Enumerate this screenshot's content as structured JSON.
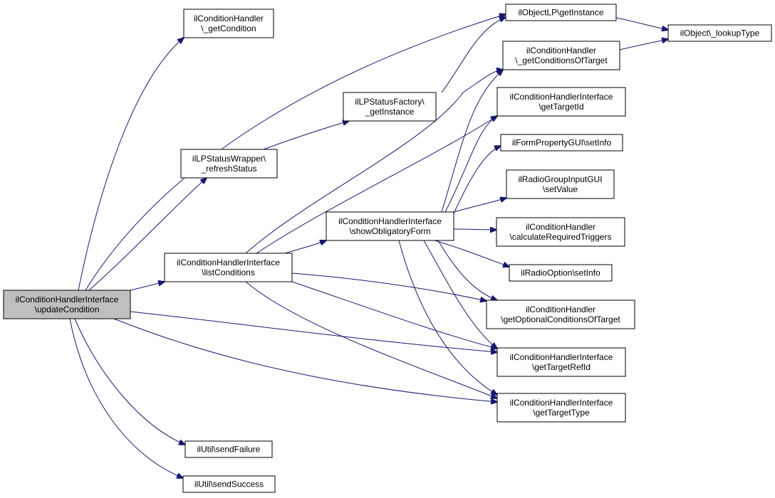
{
  "colors": {
    "edge": "#191970",
    "node_fill": "#ffffff",
    "root_fill": "#bfbfbf",
    "border": "#000000"
  },
  "nodes": [
    {
      "id": "updateCondition",
      "label": [
        "ilConditionHandlerInterface",
        "\\updateCondition"
      ],
      "root": true
    },
    {
      "id": "getCondition",
      "label": [
        "ilConditionHandler",
        "\\_getCondition"
      ]
    },
    {
      "id": "refreshStatus",
      "label": [
        "ilLPStatusWrapper\\",
        "_refreshStatus"
      ]
    },
    {
      "id": "listConditions",
      "label": [
        "ilConditionHandlerInterface",
        "\\listConditions"
      ]
    },
    {
      "id": "sendFailure",
      "label": [
        "ilUtil\\sendFailure"
      ]
    },
    {
      "id": "sendSuccess",
      "label": [
        "ilUtil\\sendSuccess"
      ]
    },
    {
      "id": "lpFactory",
      "label": [
        "ilLPStatusFactory\\",
        "_getInstance"
      ]
    },
    {
      "id": "showObligatoryForm",
      "label": [
        "ilConditionHandlerInterface",
        "\\showObligatoryForm"
      ]
    },
    {
      "id": "objectLPGetInstance",
      "label": [
        "ilObjectLP\\getInstance"
      ]
    },
    {
      "id": "getConditionsOfTarget",
      "label": [
        "ilConditionHandler",
        "\\_getConditionsOfTarget"
      ]
    },
    {
      "id": "getTargetId",
      "label": [
        "ilConditionHandlerInterface",
        "\\getTargetId"
      ]
    },
    {
      "id": "formSetInfo",
      "label": [
        "ilFormPropertyGUI\\setInfo"
      ]
    },
    {
      "id": "radioSetValue",
      "label": [
        "ilRadioGroupInputGUI",
        "\\setValue"
      ]
    },
    {
      "id": "calcRequired",
      "label": [
        "ilConditionHandler",
        "\\calculateRequiredTriggers"
      ]
    },
    {
      "id": "radioOptionSetInfo",
      "label": [
        "ilRadioOption\\setInfo"
      ]
    },
    {
      "id": "getOptionalConditions",
      "label": [
        "ilConditionHandler",
        "\\getOptionalConditionsOfTarget"
      ]
    },
    {
      "id": "getTargetRefId",
      "label": [
        "ilConditionHandlerInterface",
        "\\getTargetRefId"
      ]
    },
    {
      "id": "getTargetType",
      "label": [
        "ilConditionHandlerInterface",
        "\\getTargetType"
      ]
    },
    {
      "id": "lookupType",
      "label": [
        "ilObject\\_lookupType"
      ]
    }
  ],
  "edges": [
    [
      "updateCondition",
      "getCondition"
    ],
    [
      "updateCondition",
      "objectLPGetInstance"
    ],
    [
      "updateCondition",
      "refreshStatus"
    ],
    [
      "updateCondition",
      "listConditions"
    ],
    [
      "updateCondition",
      "getTargetRefId"
    ],
    [
      "updateCondition",
      "getTargetType"
    ],
    [
      "updateCondition",
      "sendFailure"
    ],
    [
      "updateCondition",
      "sendSuccess"
    ],
    [
      "refreshStatus",
      "lpFactory"
    ],
    [
      "lpFactory",
      "objectLPGetInstance"
    ],
    [
      "objectLPGetInstance",
      "lookupType"
    ],
    [
      "getConditionsOfTarget",
      "lookupType"
    ],
    [
      "listConditions",
      "showObligatoryForm"
    ],
    [
      "listConditions",
      "getConditionsOfTarget"
    ],
    [
      "listConditions",
      "getTargetId"
    ],
    [
      "listConditions",
      "getOptionalConditions"
    ],
    [
      "listConditions",
      "getTargetRefId"
    ],
    [
      "listConditions",
      "getTargetType"
    ],
    [
      "showObligatoryForm",
      "getConditionsOfTarget"
    ],
    [
      "showObligatoryForm",
      "getTargetId"
    ],
    [
      "showObligatoryForm",
      "formSetInfo"
    ],
    [
      "showObligatoryForm",
      "radioSetValue"
    ],
    [
      "showObligatoryForm",
      "calcRequired"
    ],
    [
      "showObligatoryForm",
      "radioOptionSetInfo"
    ],
    [
      "showObligatoryForm",
      "getOptionalConditions"
    ],
    [
      "showObligatoryForm",
      "getTargetRefId"
    ],
    [
      "showObligatoryForm",
      "getTargetType"
    ]
  ]
}
